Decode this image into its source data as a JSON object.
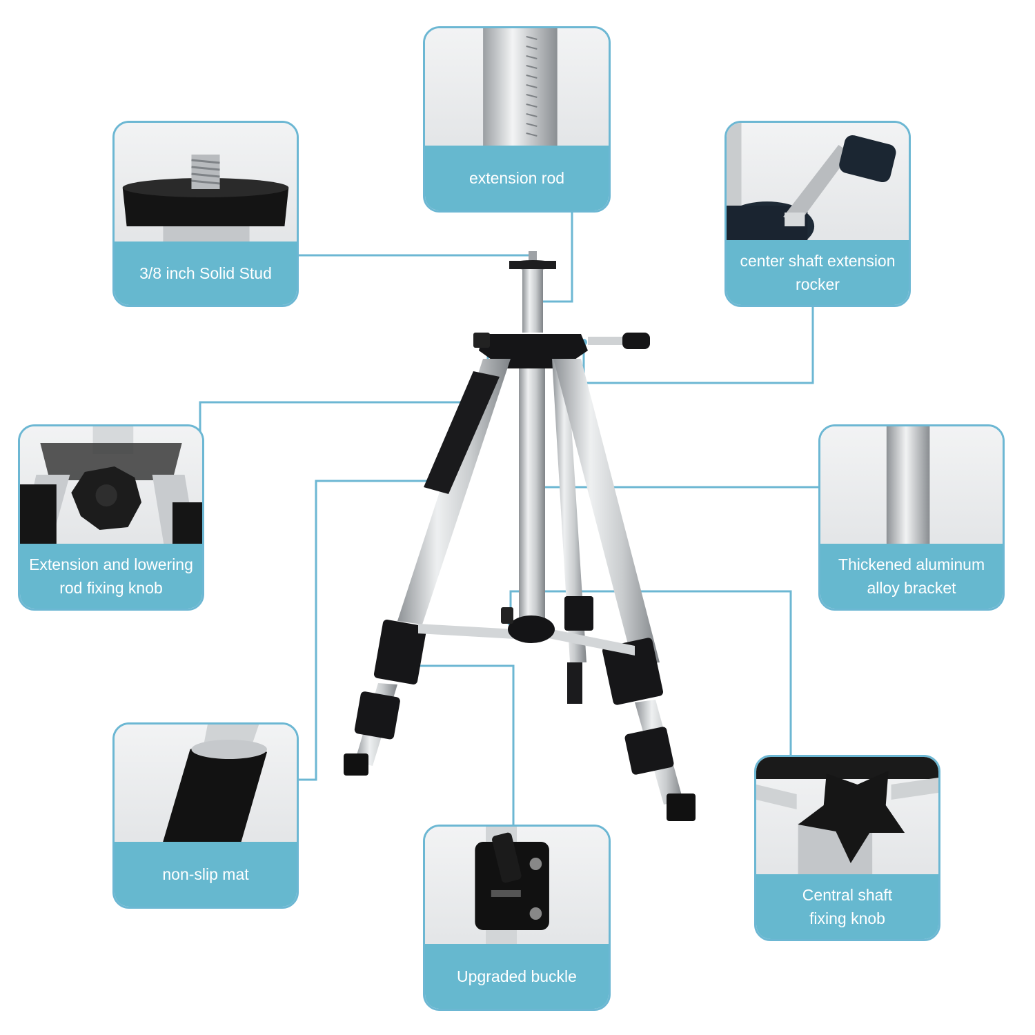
{
  "callouts": {
    "extension_rod": {
      "label": "extension rod"
    },
    "solid_stud": {
      "label": "3/8 inch Solid Stud"
    },
    "rocker": {
      "label_line1": "center shaft extension",
      "label_line2": "rocker"
    },
    "lowering_knob": {
      "label_line1": "Extension and lowering",
      "label_line2": "rod fixing knob"
    },
    "aluminum_bracket": {
      "label_line1": "Thickened aluminum",
      "label_line2": "alloy bracket"
    },
    "non_slip_mat": {
      "label": "non-slip mat"
    },
    "upgraded_buckle": {
      "label": "Upgraded buckle"
    },
    "central_knob": {
      "label_line1": "Central shaft",
      "label_line2": "fixing knob"
    }
  },
  "colors": {
    "accent": "#66b8cf",
    "border": "#6cb7d3",
    "caption_text": "#ffffff"
  },
  "icons": {
    "tripod": "tripod-illustration",
    "stud": "stud-photo",
    "rod": "extension-rod-photo",
    "rocker": "rocker-photo",
    "knob": "lowering-knob-photo",
    "bracket": "aluminum-tube-photo",
    "mat": "foam-grip-photo",
    "buckle": "leg-buckle-photo",
    "central": "central-knob-photo"
  }
}
